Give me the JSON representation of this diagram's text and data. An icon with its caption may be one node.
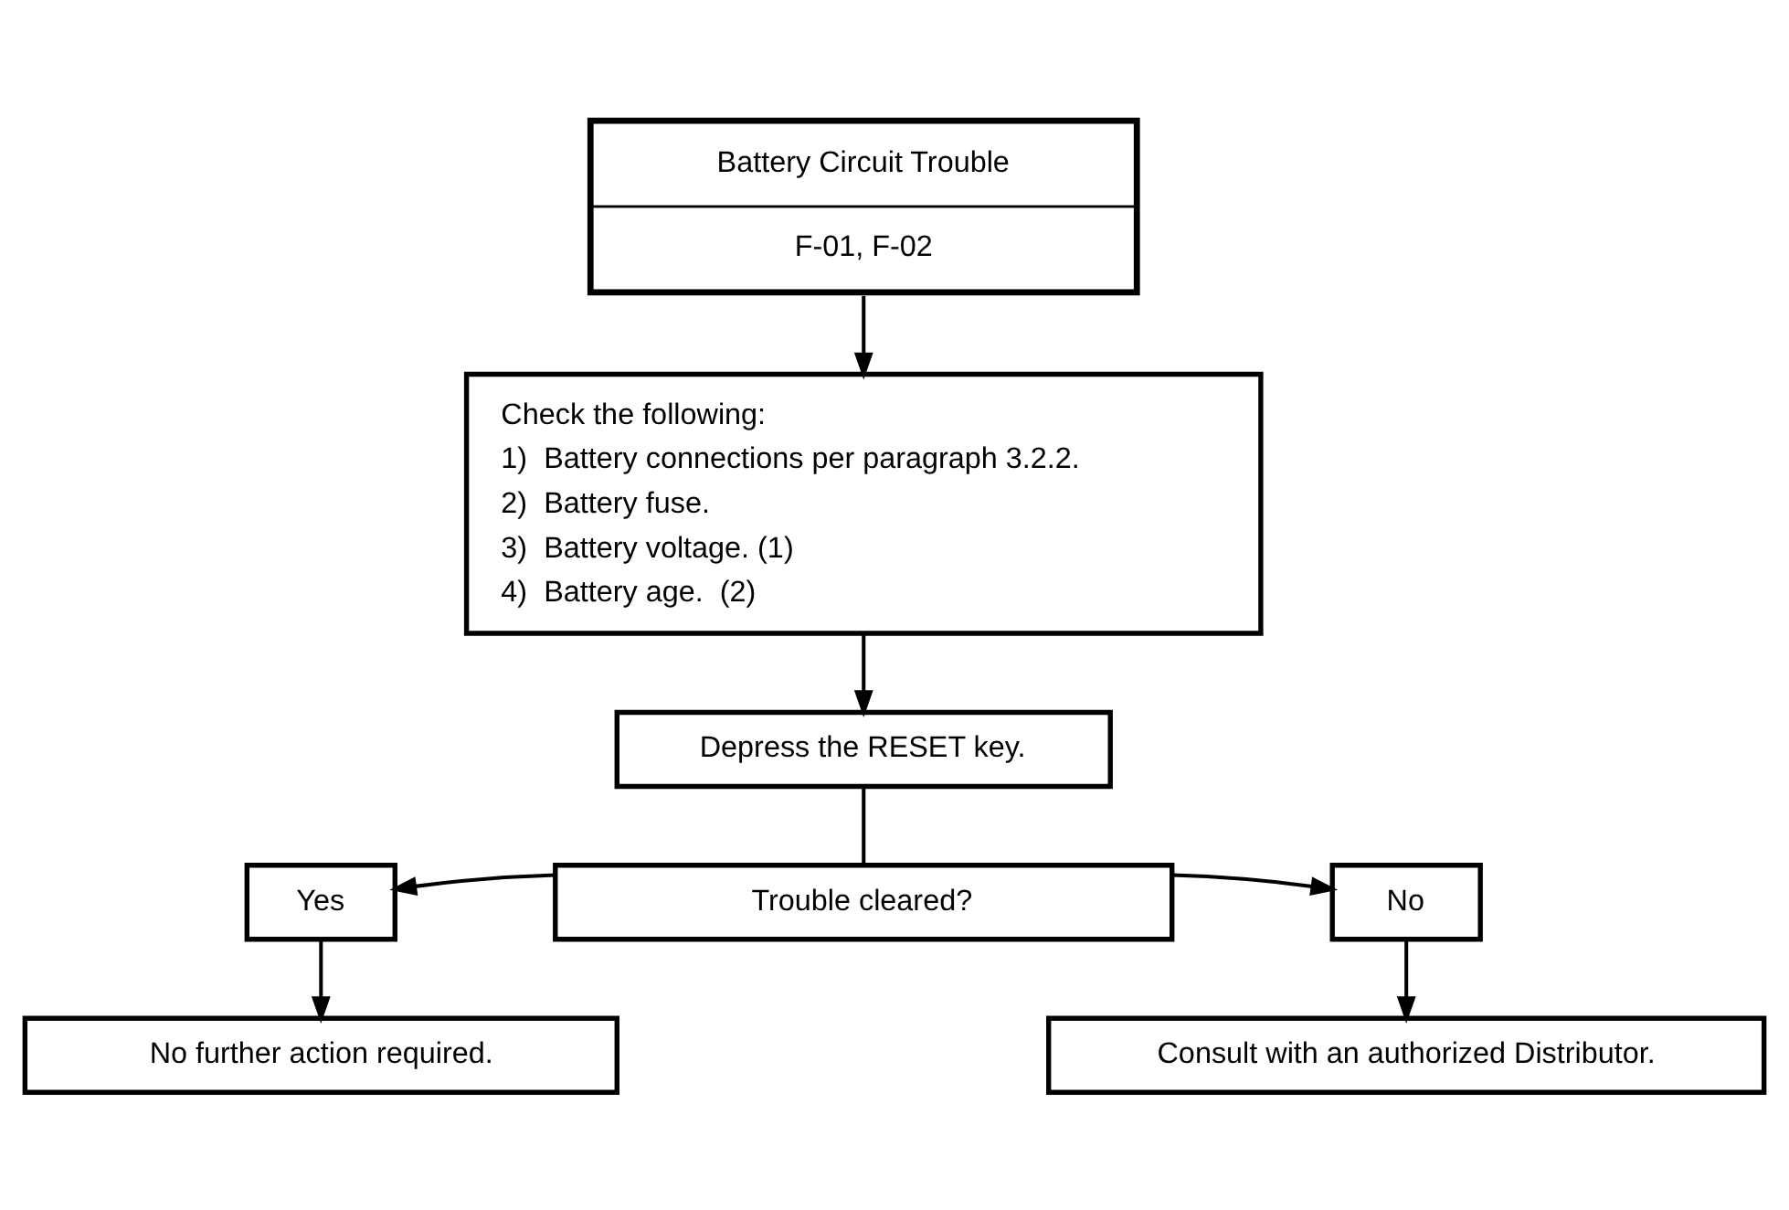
{
  "diagram": {
    "nodes": [
      {
        "text": [
          "Battery Circuit Trouble",
          "F-01, F-02"
        ]
      },
      {
        "text": [
          "Check the following:",
          "1)  Battery connections per paragraph 3.2.2.",
          "2)  Battery fuse.",
          "3)  Battery voltage. (1)",
          "4)  Battery age.  (2)"
        ]
      },
      {
        "text": [
          "Depress the RESET key."
        ]
      },
      {
        "text": [
          "Trouble cleared?"
        ]
      },
      {
        "text": [
          "Yes"
        ]
      },
      {
        "text": [
          "No"
        ]
      },
      {
        "text": [
          "No further action required."
        ]
      },
      {
        "text": [
          "Consult with an authorized Distributor."
        ]
      }
    ],
    "edges": [
      {
        "from": 0,
        "to": 1,
        "arrow": "to"
      },
      {
        "from": 1,
        "to": 2,
        "arrow": "to"
      },
      {
        "from": 2,
        "to": 3,
        "arrow": "none"
      },
      {
        "from": 3,
        "to": 4,
        "arrow": "to"
      },
      {
        "from": 3,
        "to": 5,
        "arrow": "to"
      },
      {
        "from": 4,
        "to": 6,
        "arrow": "to"
      },
      {
        "from": 5,
        "to": 7,
        "arrow": "to"
      }
    ]
  }
}
